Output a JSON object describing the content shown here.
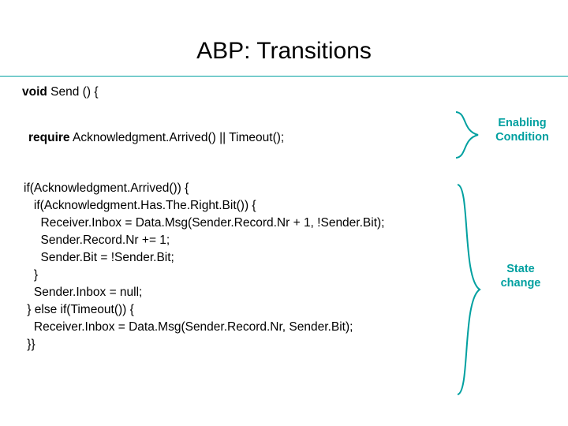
{
  "slide": {
    "title": "ABP: Transitions",
    "accent_color": "#00a0a0",
    "text_color": "#000000",
    "background": "#ffffff"
  },
  "code": {
    "signature_keyword": "void",
    "signature_rest": " Send () {",
    "require_keyword": "require",
    "require_rest": " Acknowledgment.Arrived() || Timeout();",
    "body": "if(Acknowledgment.Arrived()) {\n   if(Acknowledgment.Has.The.Right.Bit()) {\n     Receiver.Inbox = Data.Msg(Sender.Record.Nr + 1, !Sender.Bit);\n     Sender.Record.Nr += 1;\n     Sender.Bit = !Sender.Bit;\n   }\n   Sender.Inbox = null;\n } else if(Timeout()) {\n   Receiver.Inbox = Data.Msg(Sender.Record.Nr, Sender.Bit);\n }}"
  },
  "callouts": {
    "enabling": "Enabling\nCondition",
    "enabling_line1": "Enabling",
    "enabling_line2": "Condition",
    "state": "State\nchange",
    "state_line1": "State",
    "state_line2": "change"
  }
}
